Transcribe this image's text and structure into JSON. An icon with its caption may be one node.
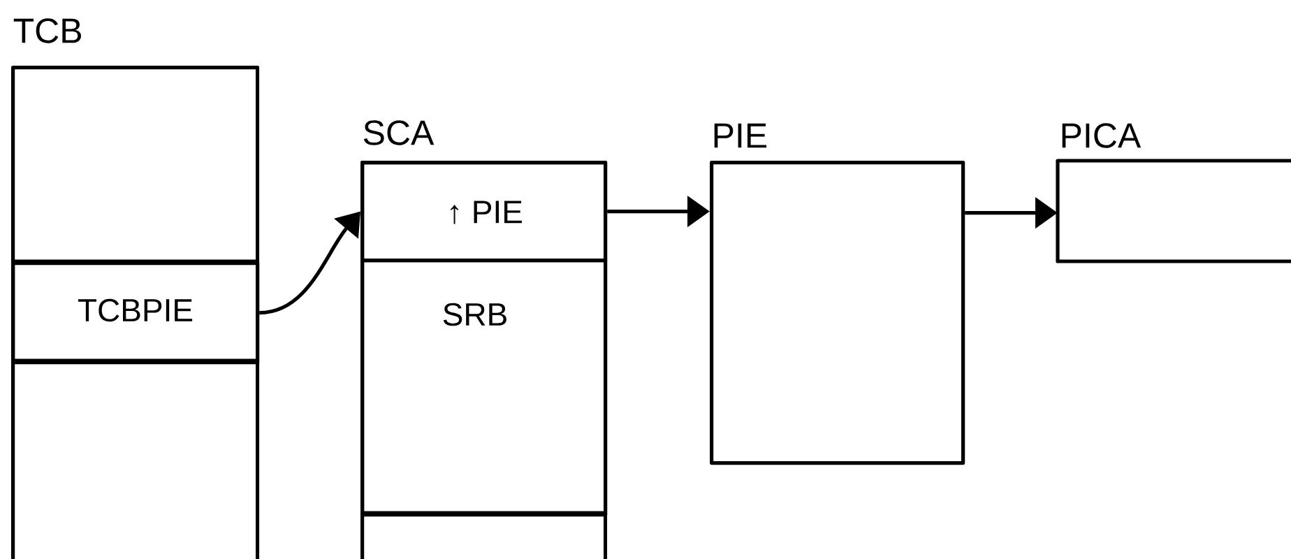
{
  "diagram": {
    "nodes": [
      {
        "text": [
          "TCB"
        ]
      },
      {
        "text": [
          "TCBPIE"
        ],
        "in": 0
      },
      {
        "text": [
          "SCA"
        ]
      },
      {
        "text": [
          "↑ PIE"
        ],
        "in": 2
      },
      {
        "text": [
          "SRB"
        ],
        "in": 2
      },
      {
        "text": [
          "PIE"
        ]
      },
      {
        "text": [
          "PICA"
        ]
      }
    ],
    "edges": [
      {
        "from": 1,
        "to": 3,
        "arrow": "to"
      },
      {
        "from": 3,
        "to": 5,
        "arrow": "to"
      },
      {
        "from": 5,
        "to": 6,
        "arrow": "to"
      }
    ]
  }
}
